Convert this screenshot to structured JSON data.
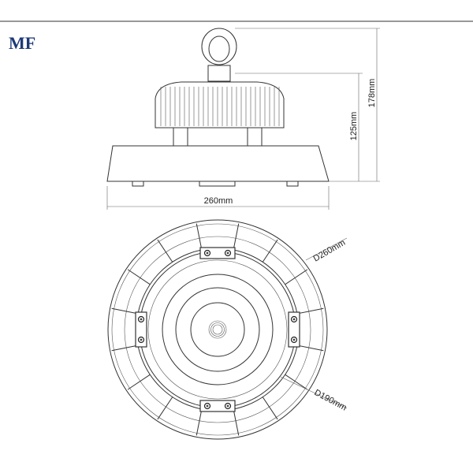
{
  "logo": {
    "text": "MF",
    "color": "#1d3a78"
  },
  "side_view": {
    "width_label": "260mm",
    "body_height_label": "125mm",
    "total_height_label": "178mm"
  },
  "bottom_view": {
    "outer_diameter_label": "D260mm",
    "inner_diameter_label": "D190mm"
  }
}
